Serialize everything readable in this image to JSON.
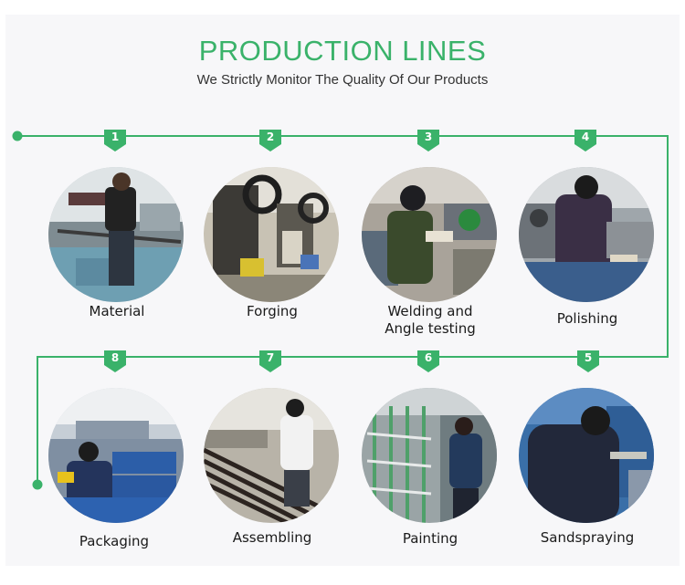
{
  "header": {
    "title": "PRODUCTION LINES",
    "subtitle": "We Strictly Monitor The Quality Of Our Products"
  },
  "colors": {
    "accent": "#3ab26a",
    "panel": "#f7f7f9",
    "text": "#1a1a1a"
  },
  "steps": [
    {
      "number": "1",
      "label": "Material"
    },
    {
      "number": "2",
      "label": "Forging"
    },
    {
      "number": "3",
      "label_line1": "Welding and",
      "label_line2": "Angle testing"
    },
    {
      "number": "4",
      "label": "Polishing"
    },
    {
      "number": "5",
      "label": "Sandspraying"
    },
    {
      "number": "6",
      "label": "Painting"
    },
    {
      "number": "7",
      "label": "Assembling"
    },
    {
      "number": "8",
      "label": "Packaging"
    }
  ]
}
